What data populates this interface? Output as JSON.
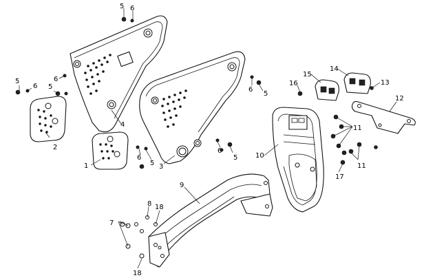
{
  "callouts": {
    "c1": "1",
    "c2": "2",
    "c3": "3",
    "c4": "4",
    "c5a": "5",
    "c5b": "5",
    "c5c": "5",
    "c5d": "5",
    "c5e": "5",
    "c5f": "5",
    "c6a": "6",
    "c6b": "6",
    "c6c": "6",
    "c6d": "6",
    "c6e": "6",
    "c6f": "6",
    "c7": "7",
    "c8": "8",
    "c9": "9",
    "c10": "10",
    "c11a": "11",
    "c11b": "11",
    "c12": "12",
    "c13": "13",
    "c14": "14",
    "c15": "15",
    "c16": "16",
    "c17": "17",
    "c18a": "18",
    "c18b": "18"
  }
}
